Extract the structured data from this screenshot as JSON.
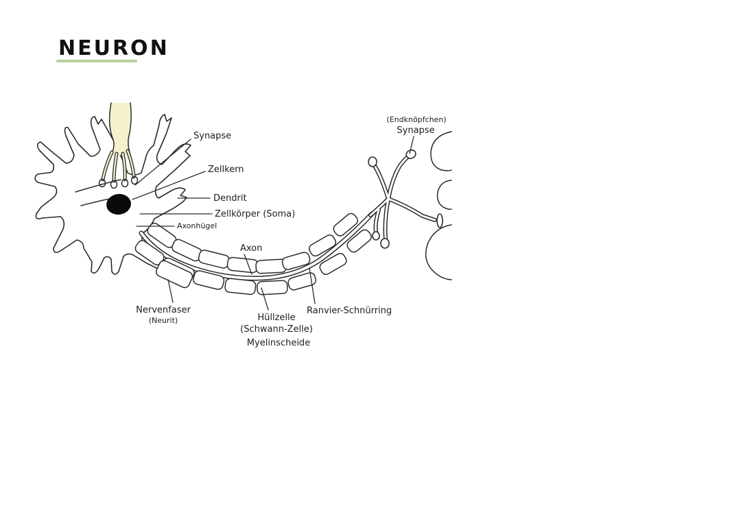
{
  "page": {
    "title": "NEURON",
    "background": "#ffffff",
    "title_underline_color": "#b6cf9e"
  },
  "diagram": {
    "labels": {
      "synapse": "Synapse",
      "zellkern": "Zellkern",
      "dendrit": "Dendrit",
      "zellkoerper": "Zellkörper (Soma)",
      "axonhuegel": "Axonhügel",
      "axon": "Axon",
      "endknoepfchen": "(Endknöpfchen)",
      "endknoepfchen_synapse": "Synapse",
      "nervenfaser": "Nervenfaser",
      "nervenfaser_sub": "(Neurit)",
      "huellzelle": "Hüllzelle",
      "huellzelle_sub": "(Schwann-Zelle)",
      "myelinscheide": "Myelinscheide",
      "ranvier": "Ranvier-Schnürring"
    },
    "colors": {
      "ink": "#2a2a2a",
      "nucleus_fill": "#0a0a0a",
      "synapse_terminal_fill": "#f4f1cc",
      "target_cell_fill": "#f8e3d3"
    }
  }
}
